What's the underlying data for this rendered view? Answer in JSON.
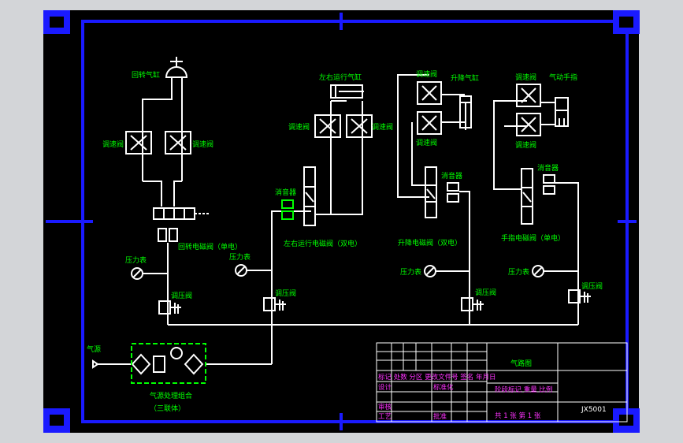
{
  "colors": {
    "background": "#000000",
    "outer": "#d3d5d8",
    "frame": "#1a1aff",
    "line": "#ffffff",
    "label": "#00ff00",
    "magenta": "#ff33ff"
  },
  "labels": {
    "rotary_cylinder": "回转气缸",
    "lr_cylinder": "左右运行气缸",
    "lift_cylinder": "升降气缸",
    "gripper": "气动手指",
    "speed_valve": "调速阀",
    "muffler": "消音器",
    "rotary_solenoid": "回转电磁阀（单电）",
    "lr_solenoid": "左右运行电磁阀（双电）",
    "lift_solenoid": "升降电磁阀（双电）",
    "gripper_solenoid": "手指电磁阀（单电）",
    "pressure_gauge": "压力表",
    "pressure_valve": "调压阀",
    "air_source": "气源",
    "treatment_unit": "气源处理组合",
    "treatment_unit_sub": "（三联体）"
  },
  "title_block": {
    "drawing_title": "气路图",
    "drawing_no": "JX5001",
    "row_headers": "标记 处数 分区 更改文件号 签名 年月日",
    "design": "设计",
    "standardize": "标准化",
    "stage_mark": "阶段标记 重量 比例",
    "review": "审核",
    "process": "工艺",
    "approve": "批准",
    "sheets": "共 1 张   第 1 张"
  }
}
